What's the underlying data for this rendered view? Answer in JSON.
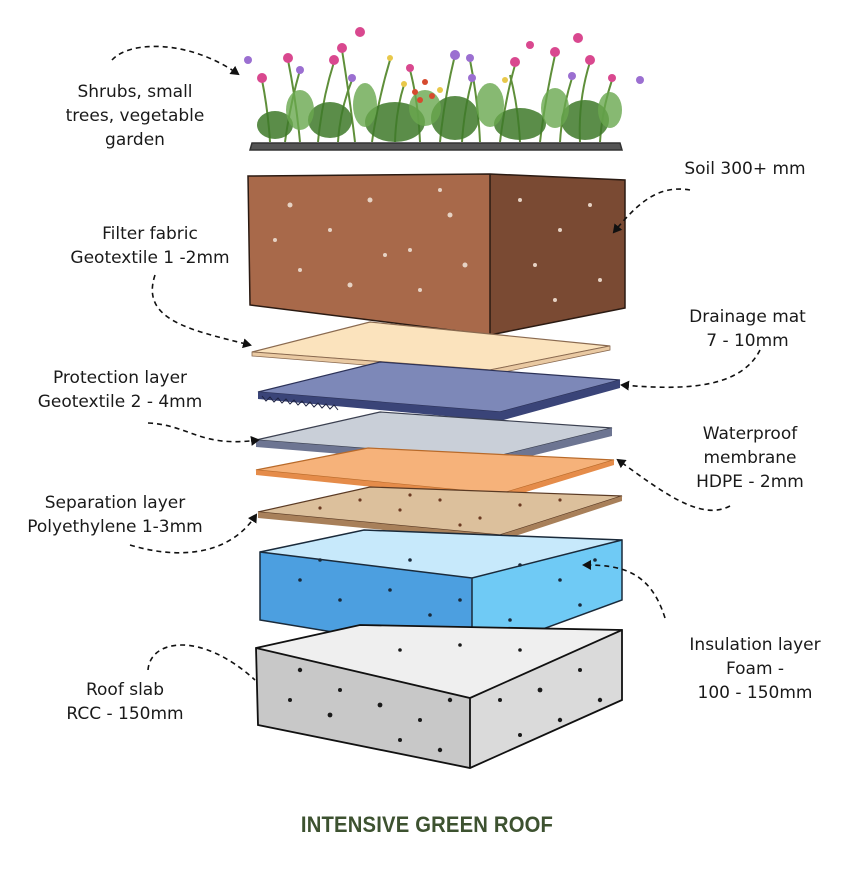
{
  "title": "INTENSIVE GREEN ROOF",
  "layers": {
    "vegetation": {
      "lines": [
        "Shrubs, small",
        "trees, vegetable",
        "garden"
      ]
    },
    "soil": {
      "lines": [
        "Soil 300+ mm"
      ]
    },
    "filter": {
      "lines": [
        "Filter fabric",
        "Geotextile 1 -2mm"
      ]
    },
    "drainage": {
      "lines": [
        "Drainage mat",
        "7 - 10mm"
      ]
    },
    "protection": {
      "lines": [
        "Protection layer",
        "Geotextile 2 - 4mm"
      ]
    },
    "waterproof": {
      "lines": [
        "Waterproof",
        "membrane",
        "HDPE - 2mm"
      ]
    },
    "separation": {
      "lines": [
        "Separation layer",
        "Polyethylene 1-3mm"
      ]
    },
    "insulation": {
      "lines": [
        "Insulation layer",
        "Foam -",
        "100 - 150mm"
      ]
    },
    "slab": {
      "lines": [
        "Roof slab",
        "RCC - 150mm"
      ]
    }
  },
  "colors": {
    "soil_front": "#a8694a",
    "soil_side": "#7a4a33",
    "filter": "#fbe3bd",
    "drainage": "#7d88b8",
    "protection": "#c9cfd8",
    "waterproof": "#f6b27a",
    "separation": "#dcc09c",
    "insulation_top": "#c7e9fb",
    "insulation_front": "#4c9fe0",
    "insulation_side": "#6fcaf5",
    "slab_top": "#efefef",
    "slab_front": "#c8c8c8",
    "slab_side": "#dadada",
    "title": "#3d5230"
  }
}
